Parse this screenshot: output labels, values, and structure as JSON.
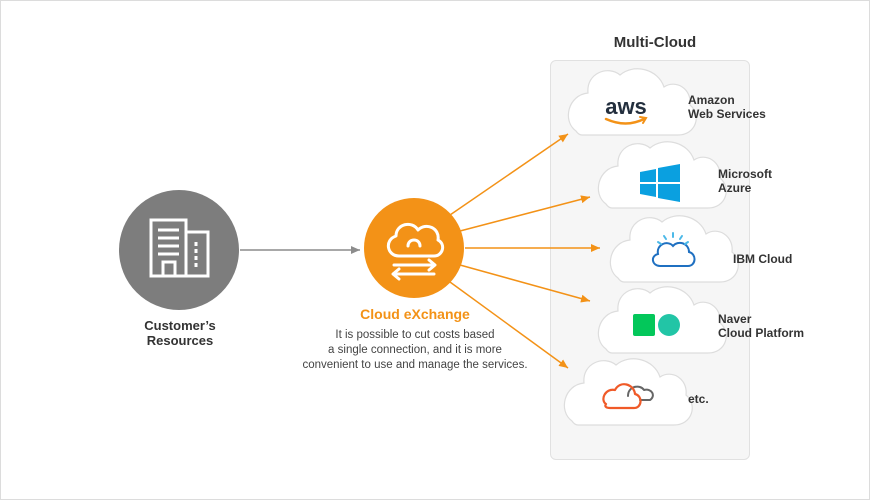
{
  "multi_cloud": {
    "title": "Multi-Cloud"
  },
  "customer": {
    "line1": "Customer’s",
    "line2": "Resources"
  },
  "cloud_exchange": {
    "title": "Cloud eXchange",
    "desc": [
      "It is possible to cut costs based",
      "a single connection, and it is more",
      "convenient to use and manage the services."
    ]
  },
  "providers": [
    {
      "icon": "aws-logo-icon",
      "logo_text": "aws",
      "lines": [
        "Amazon",
        "Web Services"
      ]
    },
    {
      "icon": "windows-logo-icon",
      "lines": [
        "Microsoft",
        "Azure"
      ]
    },
    {
      "icon": "ibm-cloud-logo-icon",
      "lines": [
        "IBM Cloud"
      ]
    },
    {
      "icon": "naver-cloud-logo-icon",
      "lines": [
        "Naver",
        "Cloud Platform"
      ]
    },
    {
      "icon": "generic-cloud-icon",
      "lines": [
        "etc."
      ]
    }
  ],
  "colors": {
    "accent": "#f39217",
    "customer_circle": "#7d7d7d",
    "arrow_gray": "#8c8c8c",
    "aws_blue": "#232f3e",
    "azure_blue": "#0aa0e0",
    "naver_green": "#03c75a"
  }
}
